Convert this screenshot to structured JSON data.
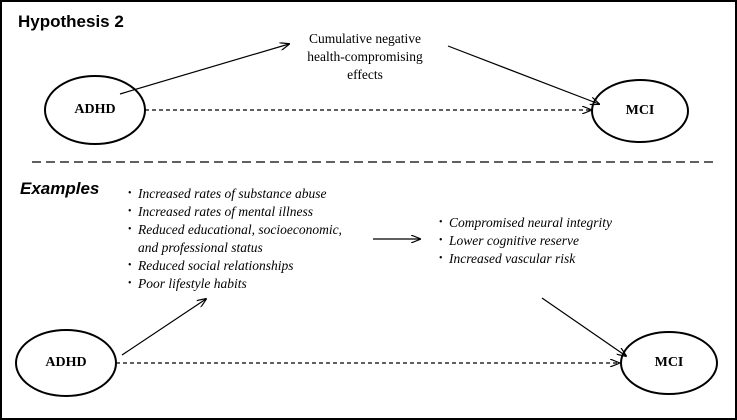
{
  "hypothesis": {
    "title": "Hypothesis 2",
    "mediator_lines": [
      "Cumulative negative",
      "health-compromising",
      "effects"
    ],
    "left_node": "ADHD",
    "right_node": "MCI"
  },
  "examples": {
    "title": "Examples",
    "left_node": "ADHD",
    "right_node": "MCI",
    "consequences": [
      "Increased rates of substance abuse",
      "Increased rates of mental illness",
      "Reduced educational, socioeconomic,",
      "and professional status",
      "Reduced social relationships",
      "Poor lifestyle habits"
    ],
    "outcomes": [
      "Compromised neural integrity",
      "Lower cognitive reserve",
      "Increased vascular risk"
    ]
  }
}
